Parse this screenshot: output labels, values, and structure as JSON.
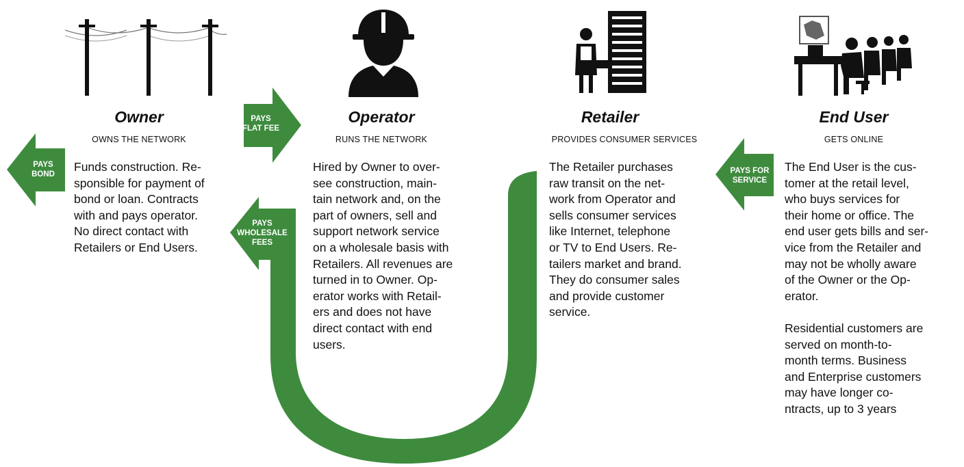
{
  "colors": {
    "arrow_green": "#3e8b3e",
    "text": "#111111",
    "background": "#ffffff"
  },
  "columns": [
    {
      "icon": "utility-poles-icon",
      "title": "Owner",
      "subtitle": "OWNS THE NETWORK",
      "description": "Funds construction. Re-\nsponsible for payment of\nbond or loan. Contracts\nwith and pays  operator.\nNo direct contact with\nRetailers or End Users."
    },
    {
      "icon": "hard-hat-worker-icon",
      "title": "Operator",
      "subtitle": "RUNS THE NETWORK",
      "description": "Hired by Owner to over-\nsee construction, main-\ntain network and, on the\npart of owners, sell and\nsupport network service\non a wholesale basis with\nRetailers. All revenues are\nturned in to Owner. Op-\nerator works with Retail-\ners and does not have\ndirect contact with end\nusers."
    },
    {
      "icon": "server-technician-icon",
      "title": "Retailer",
      "subtitle": "PROVIDES CONSUMER SERVICES",
      "description": "The Retailer purchases\nraw transit on the net-\nwork from Operator and\nsells consumer services\nlike Internet, telephone\nor TV to End Users. Re-\ntailers market and brand.\nThey do consumer sales\nand provide customer\nservice."
    },
    {
      "icon": "computer-users-icon",
      "title": "End User",
      "subtitle": "GETS ONLINE",
      "description": "The End User is the cus-\ntomer at the retail level,\nwho buys services for\ntheir home or office. The\nend user gets bills and ser-\nvice from the Retailer and\nmay not be wholly aware\nof the Owner or the Op-\nerator.\n\nResidential customers are\nserved on month-to-\nmonth terms. Business\n and Enterprise customers\n may have longer co-\nntracts, up to 3 years"
    }
  ],
  "arrows": {
    "pays_bond": "PAYS\nBOND",
    "pays_flat_fee": "PAYS\nFLAT FEE",
    "pays_wholesale_fees": "PAYS\nWHOLESALE\nFEES",
    "pays_for_service": "PAYS FOR\nSERVICE"
  }
}
